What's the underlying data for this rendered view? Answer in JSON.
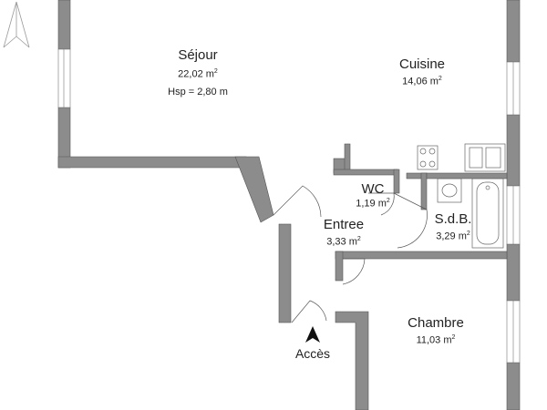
{
  "plan": {
    "rooms": [
      {
        "id": "sejour",
        "name": "Séjour",
        "area": "22,02 m",
        "unit": "2",
        "height": "Hsp = 2,80 m"
      },
      {
        "id": "cuisine",
        "name": "Cuisine",
        "area": "14,06 m",
        "unit": "2"
      },
      {
        "id": "wc",
        "name": "WC",
        "area": "1,19 m",
        "unit": "2"
      },
      {
        "id": "entree",
        "name": "Entree",
        "area": "3,33 m",
        "unit": "2"
      },
      {
        "id": "sdb",
        "name": "S.d.B.",
        "area": "3,29 m",
        "unit": "2"
      },
      {
        "id": "chambre",
        "name": "Chambre",
        "area": "11,03 m",
        "unit": "2"
      }
    ],
    "access_label": "Accès",
    "colors": {
      "wall": "#8c8c8c",
      "wall_edge": "#555555",
      "fixture": "#666666"
    },
    "icons": [
      "north-arrow-icon",
      "access-arrow-icon",
      "bathtub-icon",
      "sink-icon",
      "stove-icon"
    ]
  }
}
